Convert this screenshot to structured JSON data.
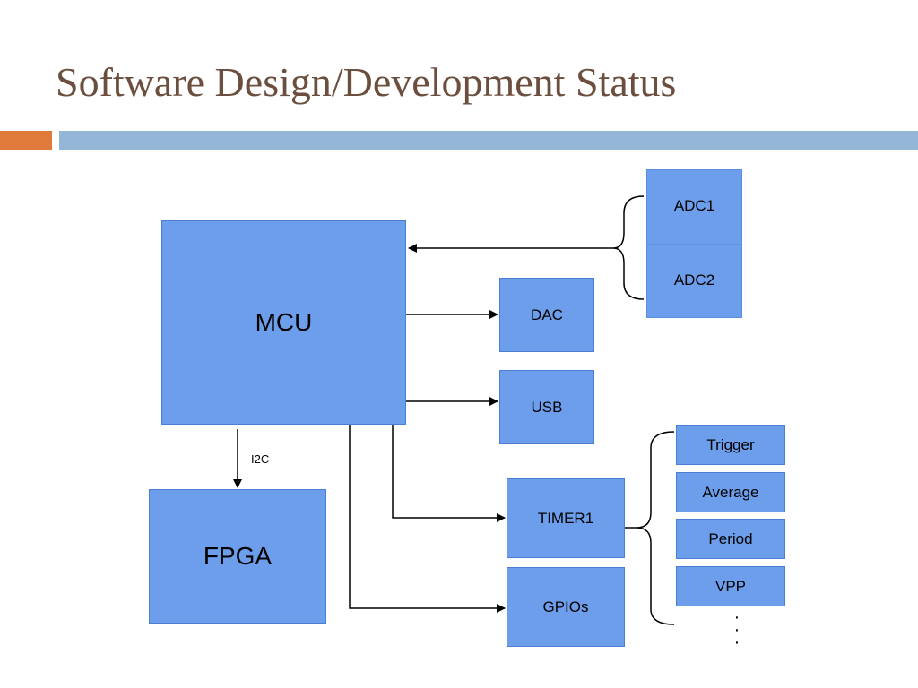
{
  "slide": {
    "title": "Software Design/Development Status"
  },
  "diagram": {
    "blocks": {
      "mcu": "MCU",
      "fpga": "FPGA",
      "dac": "DAC",
      "usb": "USB",
      "timer1": "TIMER1",
      "gpios": "GPIOs",
      "adc1": "ADC1",
      "adc2": "ADC2",
      "trigger": "Trigger",
      "average": "Average",
      "period": "Period",
      "vpp": "VPP"
    },
    "edge_labels": {
      "i2c": "I2C"
    },
    "continuation": "·\n·\n·"
  },
  "colors": {
    "title": "#6b4e3d",
    "accent_orange": "#e07a3a",
    "accent_blue": "#93b6d6",
    "block_fill": "#6d9eeb"
  }
}
